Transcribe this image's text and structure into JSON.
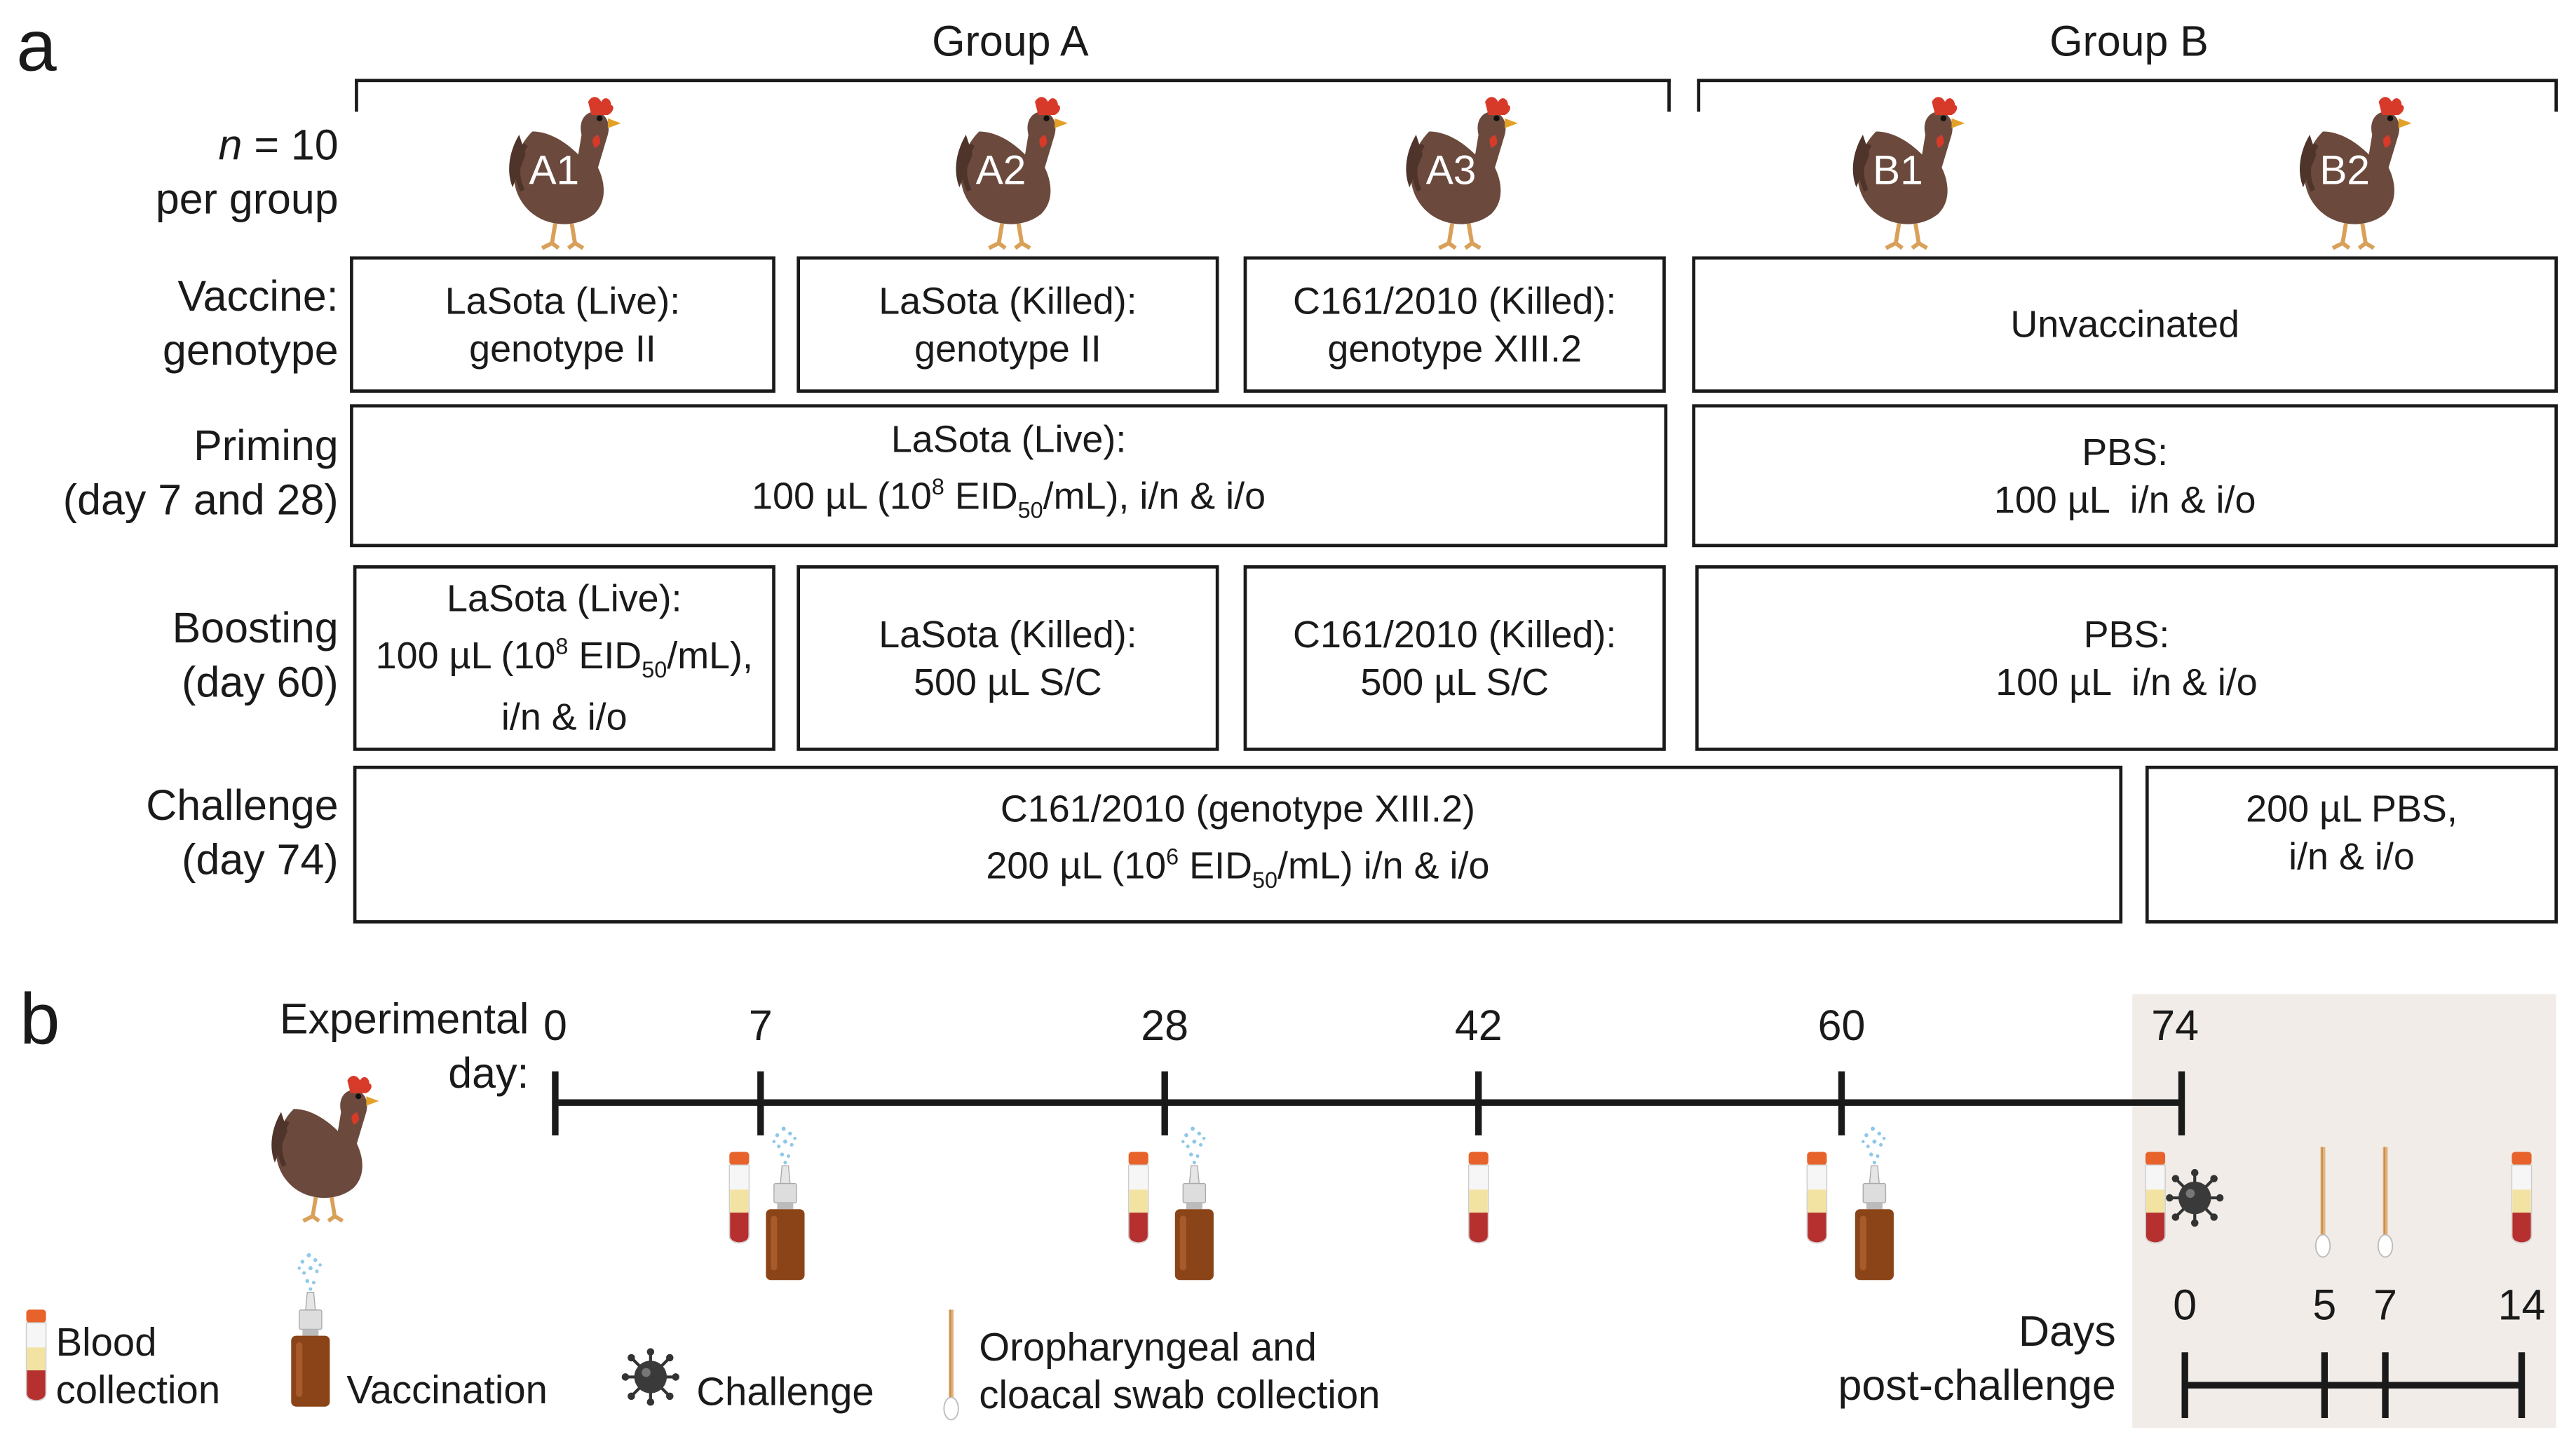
{
  "panel_a": {
    "letter": "a",
    "group_a_title": "Group A",
    "group_b_title": "Group B",
    "n_label": "n",
    "n_value": "= 10",
    "n_line2": "per group",
    "hens": [
      "A1",
      "A2",
      "A3",
      "B1",
      "B2"
    ],
    "rows": {
      "vaccine": {
        "line1": "Vaccine:",
        "line2": "genotype"
      },
      "priming": {
        "line1": "Priming",
        "line2": "(day 7 and 28)"
      },
      "boosting": {
        "line1": "Boosting",
        "line2": "(day 60)"
      },
      "challenge": {
        "line1": "Challenge",
        "line2": "(day 74)"
      }
    },
    "cells": {
      "vac_a1": {
        "l1": "LaSota (Live):",
        "l2": "genotype II"
      },
      "vac_a2": {
        "l1": "LaSota (Killed):",
        "l2": "genotype II"
      },
      "vac_a3": {
        "l1": "C161/2010 (Killed):",
        "l2": "genotype XIII.2"
      },
      "vac_b": {
        "l1": "Unvaccinated"
      },
      "prime_a": {
        "l1": "LaSota (Live):",
        "l2_pre": "100 µL (10",
        "l2_sup": "8",
        "l2_mid": "EID",
        "l2_sub": "50",
        "l2_post": "/mL), i/n & i/o"
      },
      "prime_b": {
        "l1": "PBS:",
        "l2": "100 µL  i/n & i/o"
      },
      "boost_a1": {
        "l1": "LaSota (Live):",
        "l2_pre": "100 µL (10",
        "l2_sup": "8",
        "l2_mid": "EID",
        "l2_sub": "50",
        "l2_post": "/mL),",
        "l3": "i/n & i/o"
      },
      "boost_a2": {
        "l1": "LaSota (Killed):",
        "l2": "500 µL S/C"
      },
      "boost_a3": {
        "l1": "C161/2010 (Killed):",
        "l2": "500 µL S/C"
      },
      "boost_b": {
        "l1": "PBS:",
        "l2": "100 µL  i/n & i/o"
      },
      "chal_main": {
        "l1": "C161/2010 (genotype XIII.2)",
        "l2_pre": "200 µL (10",
        "l2_sup": "6",
        "l2_mid": "EID",
        "l2_sub": "50",
        "l2_post": "/mL) i/n & i/o"
      },
      "chal_b2": {
        "l1": "200 µL PBS,",
        "l2": "i/n & i/o"
      }
    }
  },
  "panel_b": {
    "letter": "b",
    "axis_label_l1": "Experimental",
    "axis_label_l2": "day:",
    "experimental_days": [
      "0",
      "7",
      "28",
      "42",
      "60",
      "74"
    ],
    "days_post_label_l1": "Days",
    "days_post_label_l2": "post-challenge",
    "post_challenge_days": [
      "0",
      "5",
      "7",
      "14"
    ],
    "legend": {
      "blood": {
        "l1": "Blood",
        "l2": "collection"
      },
      "vaccination": "Vaccination",
      "challenge": "Challenge",
      "swab": {
        "l1": "Oropharyngeal and",
        "l2": "cloacal swab collection"
      }
    }
  },
  "colors": {
    "hen_body": "#6b4a3d",
    "hen_comb": "#d83a2a",
    "tube_cap": "#e8632b",
    "blood": "#b5302f",
    "serum": "#f3e3a3",
    "bottle": "#8a4418",
    "post_challenge_bg": "#f1ece7"
  }
}
